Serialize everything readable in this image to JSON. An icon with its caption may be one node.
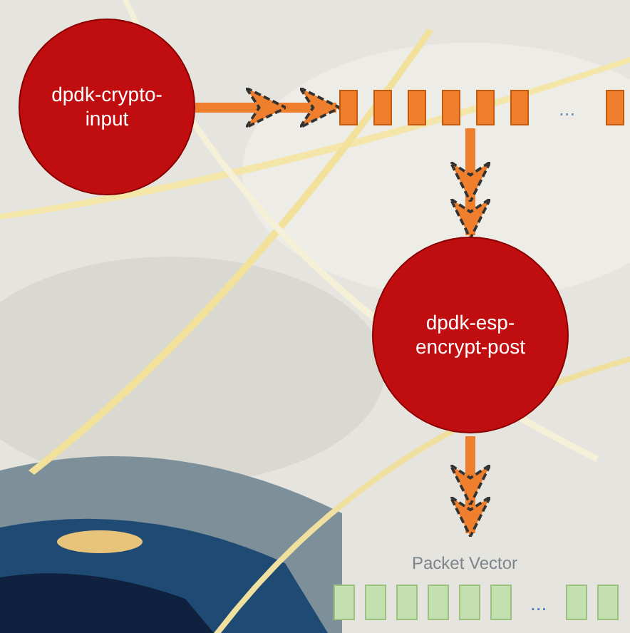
{
  "diagram": {
    "nodes": [
      {
        "text": [
          "dpdk-crypto-input"
        ]
      },
      {
        "text": [
          "..."
        ]
      },
      {
        "text": [
          "dpdk-esp-encrypt-post"
        ]
      },
      {
        "text": [
          "Packet Vector",
          "..."
        ]
      }
    ],
    "edges": [
      {
        "from": 0,
        "to": 1,
        "arrow": "to"
      },
      {
        "from": 1,
        "to": 2,
        "arrow": "to"
      },
      {
        "from": 2,
        "to": 3,
        "arrow": "to"
      }
    ]
  }
}
